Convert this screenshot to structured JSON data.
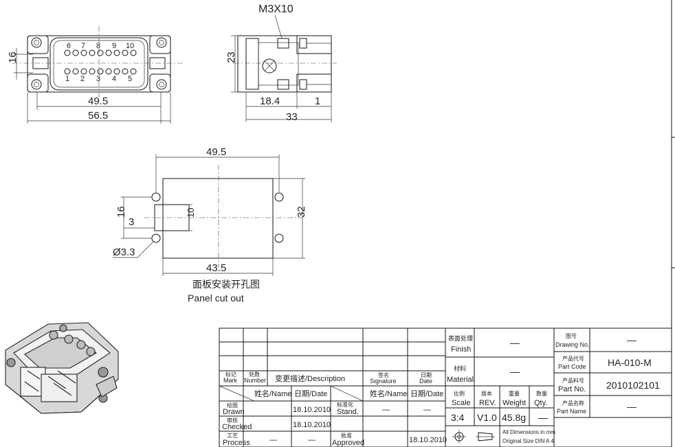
{
  "front_view": {
    "top_numbers": [
      "6",
      "7",
      "8",
      "9",
      "10"
    ],
    "bottom_numbers": [
      "1",
      "2",
      "3",
      "4",
      "5"
    ],
    "dim_width_inner": "49.5",
    "dim_width_outer": "56.5",
    "dim_height": "16"
  },
  "side_view": {
    "screw_label": "M3X10",
    "dim_height": "23",
    "dim_a": "18.4",
    "dim_b": "1",
    "dim_total": "33"
  },
  "cutout": {
    "dim_hole_spacing": "49.5",
    "dim_width": "43.5",
    "dim_height": "32",
    "dim_left_height": "16",
    "dim_slot_width": "3",
    "dim_slot_height": "10",
    "dim_hole_dia": "Ø3.3",
    "caption_cn": "面板安装开孔图",
    "caption_en": "Panel cut out"
  },
  "title_block": {
    "rev_header": {
      "mark": {
        "cn": "标记",
        "en": "Mark"
      },
      "number": {
        "cn": "处数",
        "en": "Number"
      },
      "description": "变更描述/Description",
      "signature": {
        "cn": "签名",
        "en": "Signature"
      },
      "date": {
        "cn": "日期",
        "en": "Date"
      }
    },
    "sign_header": {
      "name": "姓名/Name",
      "date": "日期/Date",
      "stand": {
        "cn": "标准化",
        "en": "Stand."
      },
      "name2": "姓名/Name",
      "date2": "日期/Date"
    },
    "drawn": {
      "cn": "绘图",
      "en": "Drawn",
      "date": "18.10.2010",
      "stand_name": "—",
      "stand_date": "—"
    },
    "checked": {
      "cn": "审核",
      "en": "Checked",
      "date": "18.10.2010"
    },
    "process": {
      "cn": "工艺",
      "en": "Process",
      "name": "—",
      "date": "—"
    },
    "approved": {
      "cn": "批准",
      "en": "Approved",
      "date": "18.10.2010"
    },
    "finish": {
      "cn": "表面处理",
      "en": "Finish",
      "value": "—"
    },
    "material": {
      "cn": "材料",
      "en": "Material",
      "value": "—"
    },
    "scale": {
      "cn": "比例",
      "en": "Scale",
      "value": "3:4"
    },
    "rev": {
      "cn": "版本",
      "en": "REV.",
      "value": "V1.0"
    },
    "weight": {
      "cn": "重量",
      "en": "Weight",
      "value": "45.8g"
    },
    "qty": {
      "cn": "数量",
      "en": "Qty.",
      "value": "—"
    },
    "dims_note_1": "All Dimensions in mm",
    "dims_note_2": "Original Size DIN A 4",
    "drawing_no": {
      "cn": "图号",
      "en": "Drawing No.",
      "value": "—"
    },
    "part_code": {
      "cn": "产品代号",
      "en": "Part Code",
      "value": "HA-010-M"
    },
    "part_no": {
      "cn": "产品料号",
      "en": "Part No.",
      "value": "2010102101"
    },
    "part_name": {
      "cn": "产品名称",
      "en": "Part Name",
      "value": "—"
    }
  }
}
